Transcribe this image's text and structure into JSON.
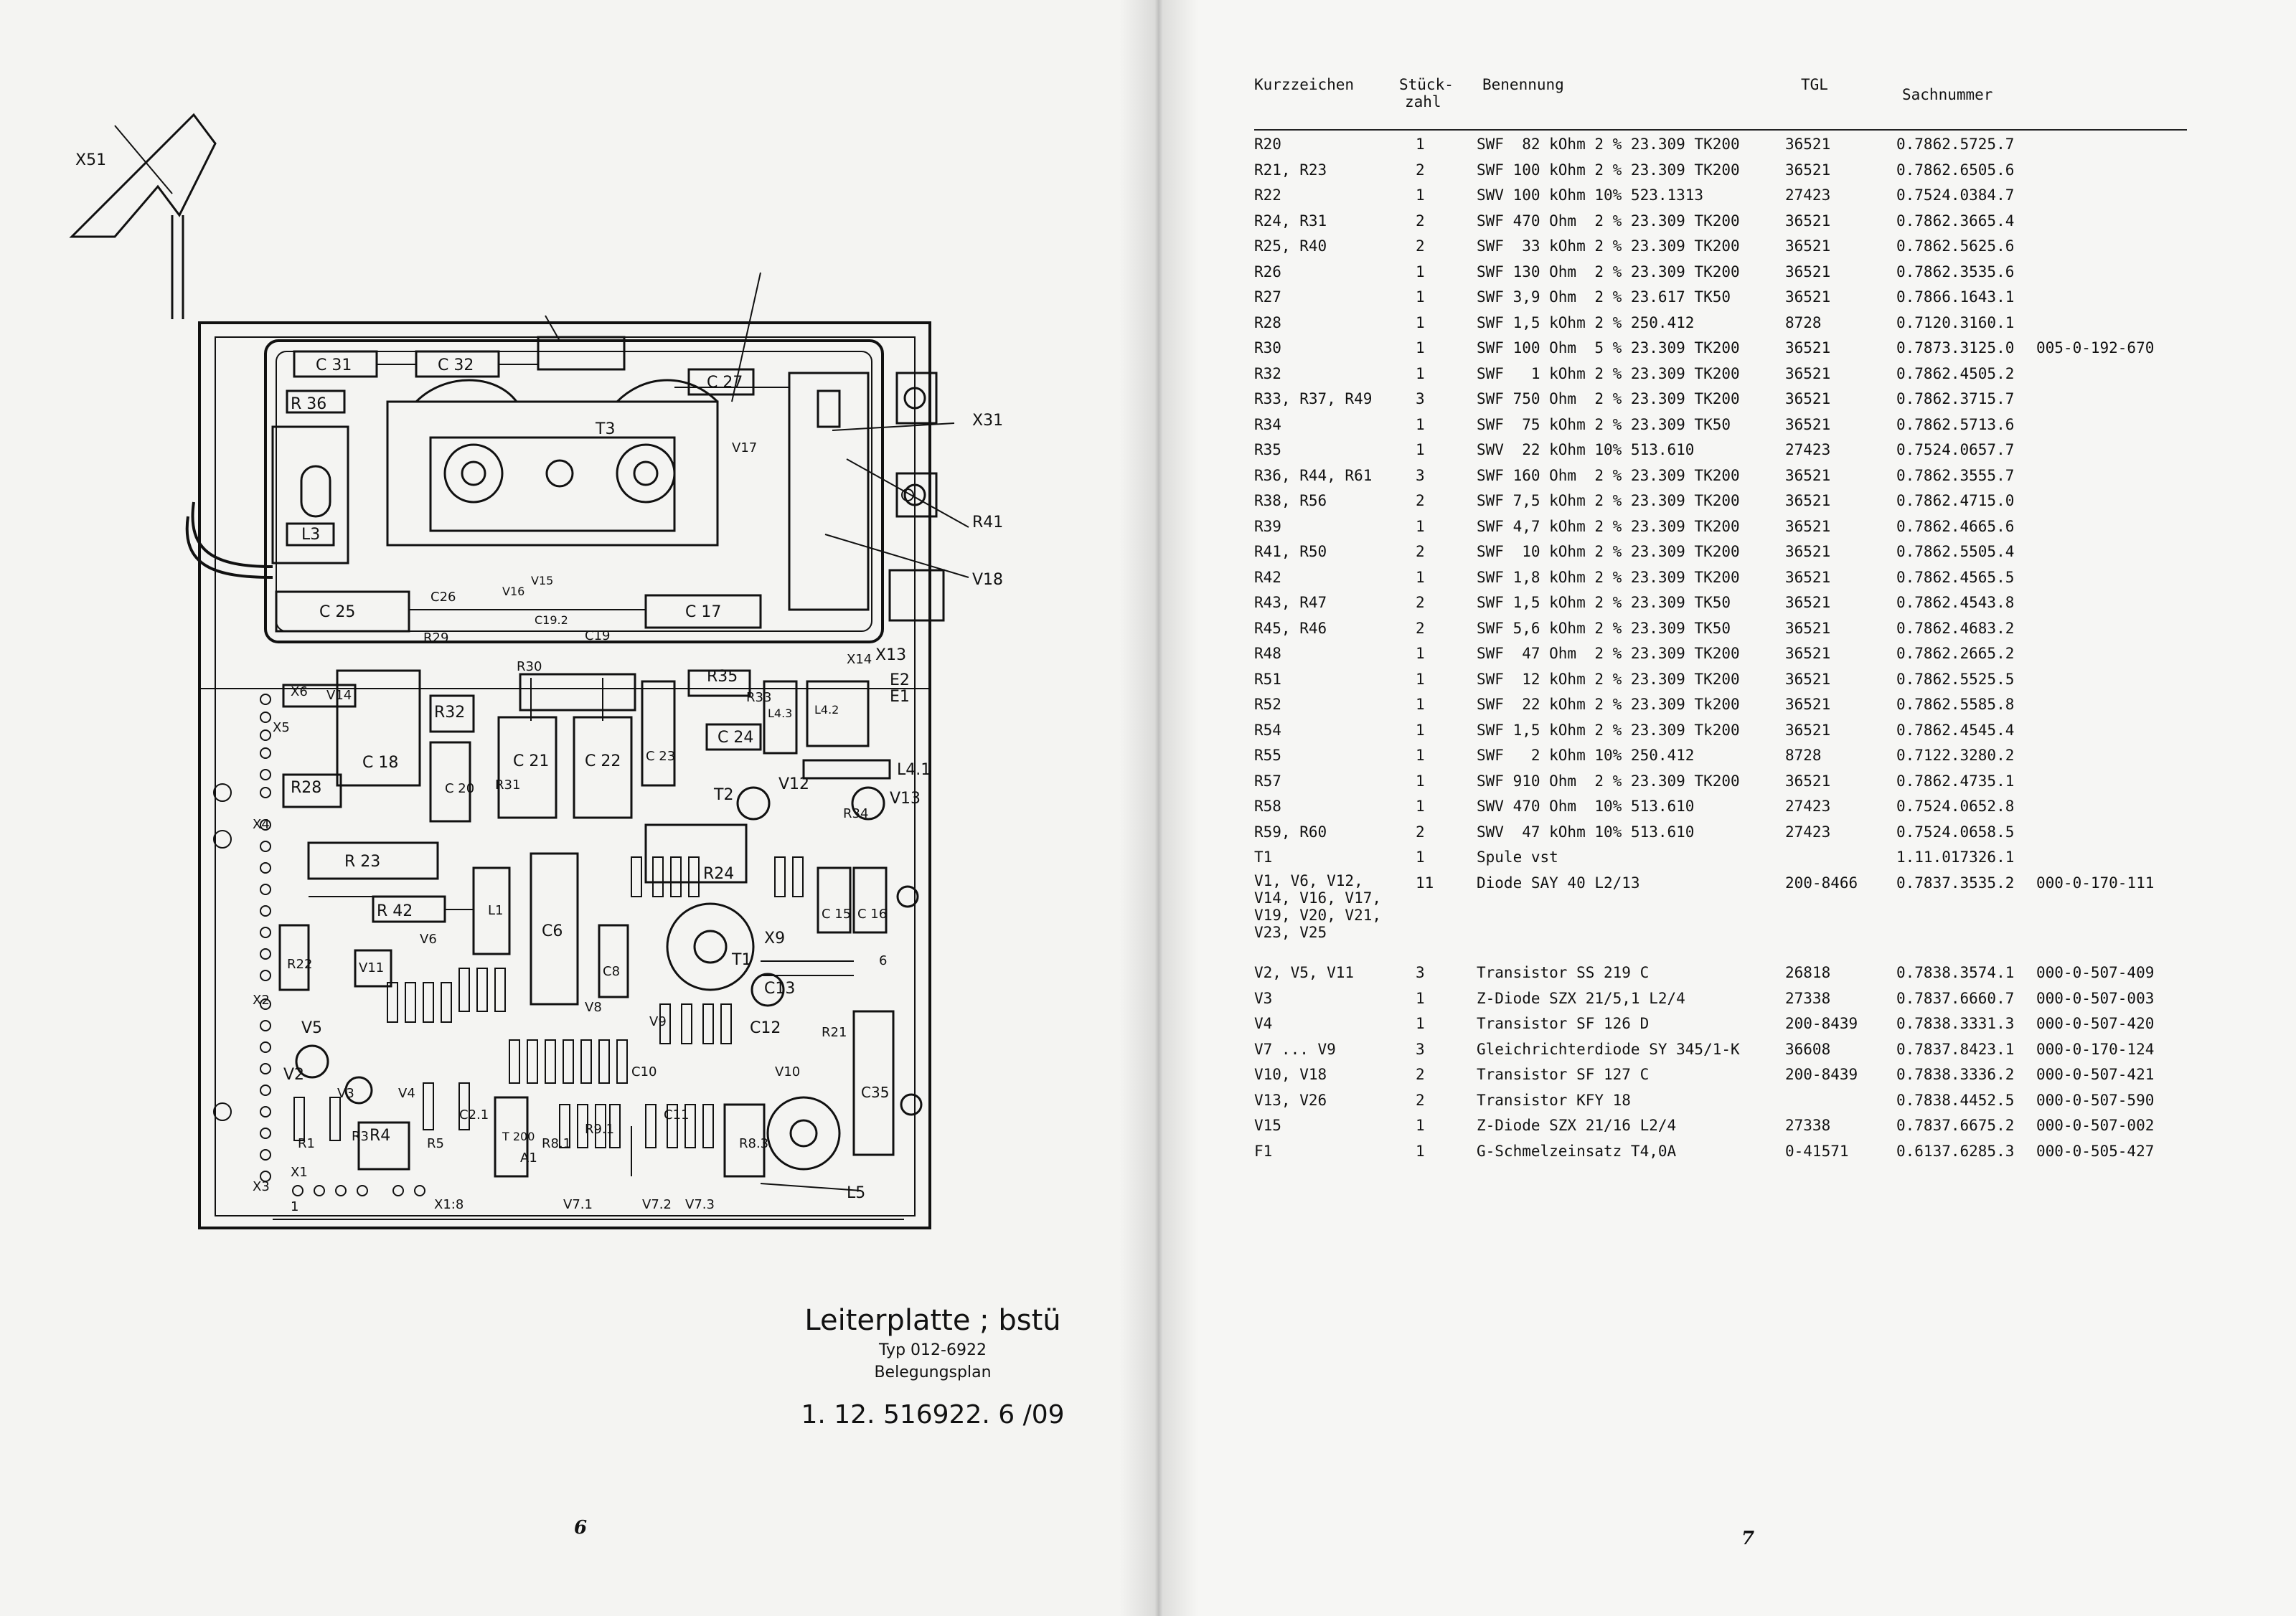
{
  "schematic": {
    "labels": {
      "x51": "X51",
      "x31": "X31",
      "r41": "R41",
      "v18": "V18",
      "c31": "C 31",
      "c32": "C 32",
      "c27": "C 27",
      "r36": "R 36",
      "t3": "T3",
      "v17": "V17",
      "l3": "L3",
      "c25": "C 25",
      "c26": "C26",
      "c17": "C 17",
      "c19": "C19",
      "c192": "C19.2",
      "r29": "R29",
      "v16": "V16",
      "v15": "V15",
      "r35": "R35",
      "r33": "R33",
      "r30": "R30",
      "r32": "R32",
      "v14": "V14",
      "c18": "C 18",
      "c20": "C 20",
      "r31": "R31",
      "c21": "C 21",
      "c22": "C 22",
      "c23": "C 23",
      "c24": "C 24",
      "l43": "L4.3",
      "l42": "L4.2",
      "e2": "E2",
      "e1": "E1",
      "x13": "X13",
      "x14": "X14",
      "l41": "L4.1",
      "t2": "T2",
      "v12": "V12",
      "r34": "R34",
      "v13": "V13",
      "r28": "R28",
      "r23": "R 23",
      "l1": "L1",
      "c6": "C6",
      "r24": "R24",
      "c15": "C 15",
      "c16": "C 16",
      "r42": "R 42",
      "r22": "R22",
      "v11": "V11",
      "v6": "V6",
      "c8": "C8",
      "t1": "T1",
      "x9": "X9",
      "c13": "C13",
      "c12": "C12",
      "r21": "R21",
      "v10": "V10",
      "c35": "C35",
      "v5": "V5",
      "v2": "V2",
      "v3": "V3",
      "v4": "V4",
      "r1": "R1",
      "r3": "R3",
      "r4": "R4",
      "r5": "R5",
      "c21b": "C2.1",
      "a1": "A1",
      "t200": "T 200",
      "r81": "R8.1",
      "r91": "R9.1",
      "r83": "R8.3",
      "c10": "C10",
      "c11": "C11",
      "v9": "V9",
      "v8": "V8",
      "v71": "V7.1",
      "v72": "V7.2",
      "v73": "V7.3",
      "l5": "L5",
      "x18": "X1:8",
      "x3": "X3",
      "x1": "X1",
      "x2": "X2",
      "x4": "X4",
      "x5": "X5",
      "x6": "X6",
      "six": "6",
      "one": "1"
    }
  },
  "caption": {
    "title": "Leiterplatte ; bstü",
    "type": "Typ 012-6922",
    "subtitle": "Belegungsplan",
    "number": "1. 12. 516922. 6 /09"
  },
  "page_numbers": {
    "left": "6",
    "right": "7"
  },
  "parts_list": {
    "headers": {
      "kurzzeichen": "Kurzzeichen",
      "stueckzahl_1": "Stück-",
      "stueckzahl_2": "zahl",
      "benennung": "Benennung",
      "tgl": "TGL",
      "sachnummer": "Sachnummer"
    },
    "rows": [
      {
        "kz": "R20",
        "st": "1",
        "be": "SWF  82 kOhm 2 % 23.309 TK200",
        "tgl": "36521",
        "sn": "0.7862.5725.7",
        "ex": ""
      },
      {
        "kz": "R21, R23",
        "st": "2",
        "be": "SWF 100 kOhm 2 % 23.309 TK200",
        "tgl": "36521",
        "sn": "0.7862.6505.6",
        "ex": ""
      },
      {
        "kz": "R22",
        "st": "1",
        "be": "SWV 100 kOhm 10% 523.1313",
        "tgl": "27423",
        "sn": "0.7524.0384.7",
        "ex": ""
      },
      {
        "kz": "R24, R31",
        "st": "2",
        "be": "SWF 470 Ohm  2 % 23.309 TK200",
        "tgl": "36521",
        "sn": "0.7862.3665.4",
        "ex": ""
      },
      {
        "kz": "R25, R40",
        "st": "2",
        "be": "SWF  33 kOhm 2 % 23.309 TK200",
        "tgl": "36521",
        "sn": "0.7862.5625.6",
        "ex": ""
      },
      {
        "kz": "R26",
        "st": "1",
        "be": "SWF 130 Ohm  2 % 23.309 TK200",
        "tgl": "36521",
        "sn": "0.7862.3535.6",
        "ex": ""
      },
      {
        "kz": "R27",
        "st": "1",
        "be": "SWF 3,9 Ohm  2 % 23.617 TK50",
        "tgl": "36521",
        "sn": "0.7866.1643.1",
        "ex": ""
      },
      {
        "kz": "R28",
        "st": "1",
        "be": "SWF 1,5 kOhm 2 % 250.412",
        "tgl": "8728",
        "sn": "0.7120.3160.1",
        "ex": ""
      },
      {
        "kz": "R30",
        "st": "1",
        "be": "SWF 100 Ohm  5 % 23.309 TK200",
        "tgl": "36521",
        "sn": "0.7873.3125.0",
        "ex": "005-0-192-670"
      },
      {
        "kz": "R32",
        "st": "1",
        "be": "SWF   1 kOhm 2 % 23.309 TK200",
        "tgl": "36521",
        "sn": "0.7862.4505.2",
        "ex": ""
      },
      {
        "kz": "R33, R37, R49",
        "st": "3",
        "be": "SWF 750 Ohm  2 % 23.309 TK200",
        "tgl": "36521",
        "sn": "0.7862.3715.7",
        "ex": ""
      },
      {
        "kz": "R34",
        "st": "1",
        "be": "SWF  75 kOhm 2 % 23.309 TK50",
        "tgl": "36521",
        "sn": "0.7862.5713.6",
        "ex": ""
      },
      {
        "kz": "R35",
        "st": "1",
        "be": "SWV  22 kOhm 10% 513.610",
        "tgl": "27423",
        "sn": "0.7524.0657.7",
        "ex": ""
      },
      {
        "kz": "R36, R44, R61",
        "st": "3",
        "be": "SWF 160 Ohm  2 % 23.309 TK200",
        "tgl": "36521",
        "sn": "0.7862.3555.7",
        "ex": ""
      },
      {
        "kz": "R38, R56",
        "st": "2",
        "be": "SWF 7,5 kOhm 2 % 23.309 TK200",
        "tgl": "36521",
        "sn": "0.7862.4715.0",
        "ex": ""
      },
      {
        "kz": "R39",
        "st": "1",
        "be": "SWF 4,7 kOhm 2 % 23.309 TK200",
        "tgl": "36521",
        "sn": "0.7862.4665.6",
        "ex": ""
      },
      {
        "kz": "R41, R50",
        "st": "2",
        "be": "SWF  10 kOhm 2 % 23.309 TK200",
        "tgl": "36521",
        "sn": "0.7862.5505.4",
        "ex": ""
      },
      {
        "kz": "R42",
        "st": "1",
        "be": "SWF 1,8 kOhm 2 % 23.309 TK200",
        "tgl": "36521",
        "sn": "0.7862.4565.5",
        "ex": ""
      },
      {
        "kz": "R43, R47",
        "st": "2",
        "be": "SWF 1,5 kOhm 2 % 23.309 TK50",
        "tgl": "36521",
        "sn": "0.7862.4543.8",
        "ex": ""
      },
      {
        "kz": "R45, R46",
        "st": "2",
        "be": "SWF 5,6 kOhm 2 % 23.309 TK50",
        "tgl": "36521",
        "sn": "0.7862.4683.2",
        "ex": ""
      },
      {
        "kz": "R48",
        "st": "1",
        "be": "SWF  47 Ohm  2 % 23.309 TK200",
        "tgl": "36521",
        "sn": "0.7862.2665.2",
        "ex": ""
      },
      {
        "kz": "R51",
        "st": "1",
        "be": "SWF  12 kOhm 2 % 23.309 TK200",
        "tgl": "36521",
        "sn": "0.7862.5525.5",
        "ex": ""
      },
      {
        "kz": "R52",
        "st": "1",
        "be": "SWF  22 kOhm 2 % 23.309 Tk200",
        "tgl": "36521",
        "sn": "0.7862.5585.8",
        "ex": ""
      },
      {
        "kz": "R54",
        "st": "1",
        "be": "SWF 1,5 kOhm 2 % 23.309 Tk200",
        "tgl": "36521",
        "sn": "0.7862.4545.4",
        "ex": ""
      },
      {
        "kz": "R55",
        "st": "1",
        "be": "SWF   2 kOhm 10% 250.412",
        "tgl": "8728",
        "sn": "0.7122.3280.2",
        "ex": ""
      },
      {
        "kz": "R57",
        "st": "1",
        "be": "SWF 910 Ohm  2 % 23.309 TK200",
        "tgl": "36521",
        "sn": "0.7862.4735.1",
        "ex": ""
      },
      {
        "kz": "R58",
        "st": "1",
        "be": "SWV 470 Ohm  10% 513.610",
        "tgl": "27423",
        "sn": "0.7524.0652.8",
        "ex": ""
      },
      {
        "kz": "R59, R60",
        "st": "2",
        "be": "SWV  47 kOhm 10% 513.610",
        "tgl": "27423",
        "sn": "0.7524.0658.5",
        "ex": ""
      },
      {
        "kz": "T1",
        "st": "1",
        "be": "Spule vst",
        "tgl": "",
        "sn": "1.11.017326.1",
        "ex": ""
      },
      {
        "kz": "V1, V6, V12,\nV14, V16, V17,\nV19, V20, V21,\nV23, V25",
        "st": "11",
        "be": "Diode SAY 40 L2/13",
        "tgl": "200-8466",
        "sn": "0.7837.3535.2",
        "ex": "000-0-170-111"
      },
      {
        "kz": "V2, V5, V11",
        "st": "3",
        "be": "Transistor SS 219 C",
        "tgl": "26818",
        "sn": "0.7838.3574.1",
        "ex": "000-0-507-409"
      },
      {
        "kz": "V3",
        "st": "1",
        "be": "Z-Diode SZX 21/5,1 L2/4",
        "tgl": "27338",
        "sn": "0.7837.6660.7",
        "ex": "000-0-507-003"
      },
      {
        "kz": "V4",
        "st": "1",
        "be": "Transistor SF 126 D",
        "tgl": "200-8439",
        "sn": "0.7838.3331.3",
        "ex": "000-0-507-420"
      },
      {
        "kz": "V7 ... V9",
        "st": "3",
        "be": "Gleichrichterdiode SY 345/1-K",
        "tgl": "36608",
        "sn": "0.7837.8423.1",
        "ex": "000-0-170-124"
      },
      {
        "kz": "V10, V18",
        "st": "2",
        "be": "Transistor SF 127 C",
        "tgl": "200-8439",
        "sn": "0.7838.3336.2",
        "ex": "000-0-507-421"
      },
      {
        "kz": "V13, V26",
        "st": "2",
        "be": "Transistor KFY 18",
        "tgl": "",
        "sn": "0.7838.4452.5",
        "ex": "000-0-507-590"
      },
      {
        "kz": "V15",
        "st": "1",
        "be": "Z-Diode SZX 21/16 L2/4",
        "tgl": "27338",
        "sn": "0.7837.6675.2",
        "ex": "000-0-507-002"
      },
      {
        "kz": "F1",
        "st": "1",
        "be": "G-Schmelzeinsatz T4,0A",
        "tgl": "0-41571",
        "sn": "0.6137.6285.3",
        "ex": "000-0-505-427"
      }
    ]
  }
}
